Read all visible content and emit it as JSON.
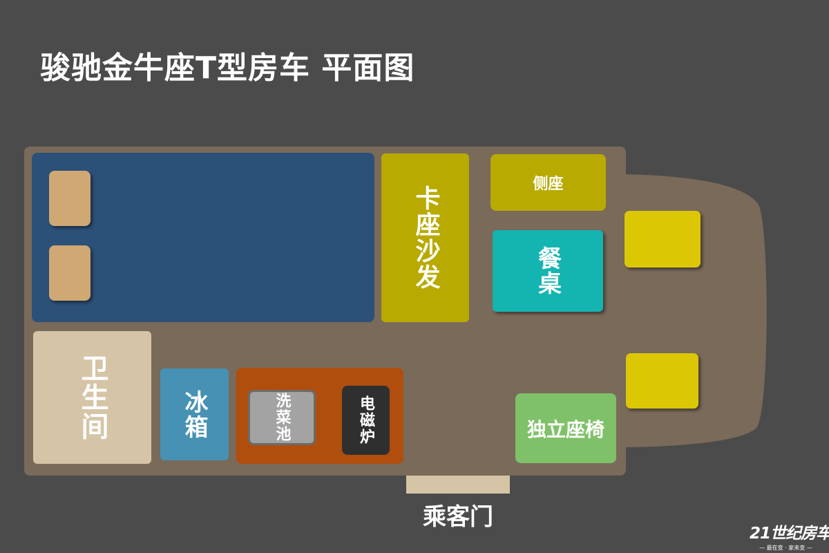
{
  "title": "骏驰金牛座T型房车 平面图",
  "areas": {
    "bench_sofa": "卡座沙发",
    "side_seat": "侧座",
    "dining_table": "餐桌",
    "standalone_chair": "独立座椅",
    "bathroom": "卫生间",
    "fridge": "冰箱",
    "sink": "洗菜池",
    "induction_cooker": "电磁炉",
    "passenger_door": "乘客门"
  },
  "logo": {
    "main": "21世纪房车",
    "tagline": "— 最在变 · 家未变 —"
  },
  "colors": {
    "background": "#4b4b4b",
    "van_body": "#7a6a5a",
    "bed": "#2c5178",
    "pillow": "#cfa873",
    "seat_olive": "#b8aa00",
    "table_teal": "#14b4b1",
    "cab_seat_yellow": "#dcc705",
    "chair_green": "#7fc168",
    "bathroom_beige": "#d5c4a6",
    "fridge_blue": "#4691b4",
    "counter_orange": "#b04e0e",
    "sink_gray": "#a3a3a3",
    "cooker_dark": "#2f2f2f"
  }
}
